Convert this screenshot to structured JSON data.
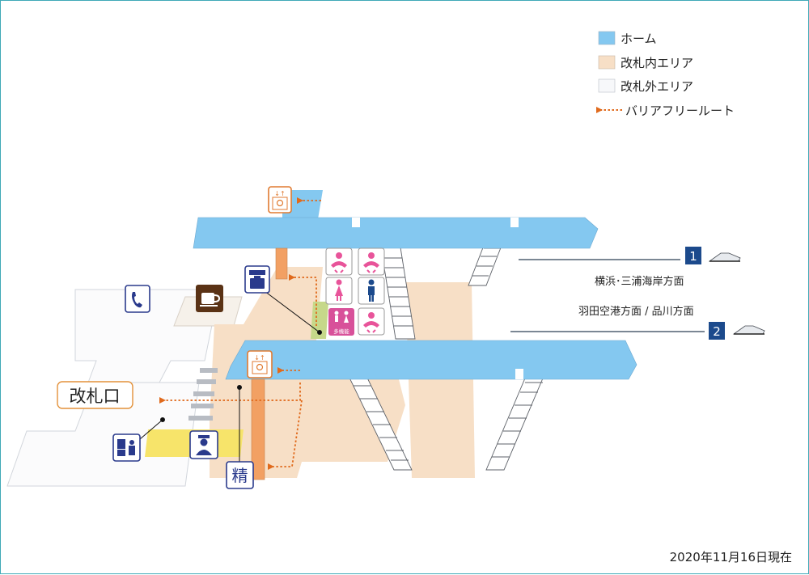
{
  "legend": {
    "home": "ホーム",
    "inside_gate": "改札内エリア",
    "outside_gate": "改札外エリア",
    "barrier_free": "バリアフリールート"
  },
  "gate_label": "改札口",
  "fare_adjust_label": "精",
  "multipurpose_label": "多機能",
  "tracks": [
    {
      "number": "1",
      "destination": "横浜･三浦海岸方面"
    },
    {
      "number": "2",
      "destination": "羽田空港方面 / 品川方面"
    }
  ],
  "date_note": "2020年11月16日現在",
  "colors": {
    "home": "#84c8f0",
    "inside_gate": "#f7dfc6",
    "outside_gate": "#f7f8fa",
    "route": "#e06a1c",
    "elevator": "#f2a063",
    "toilet": "#e8549a",
    "navy": "#1c4a8c",
    "coffee": "#5a3215",
    "ticket_area": "#f7e46a",
    "toilet_floor": "#c6d88a"
  },
  "icons": {
    "phone": "phone-icon",
    "coffee": "coffee-icon",
    "locker": "locker-icon",
    "elevator": "elevator-icon",
    "baby": "baby-care-icon",
    "female": "female-toilet-icon",
    "male": "male-toilet-icon",
    "accessible_toilet": "accessible-toilet-icon",
    "ticket_machine": "ticket-machine-icon",
    "staff": "station-staff-icon",
    "train": "train-icon"
  }
}
